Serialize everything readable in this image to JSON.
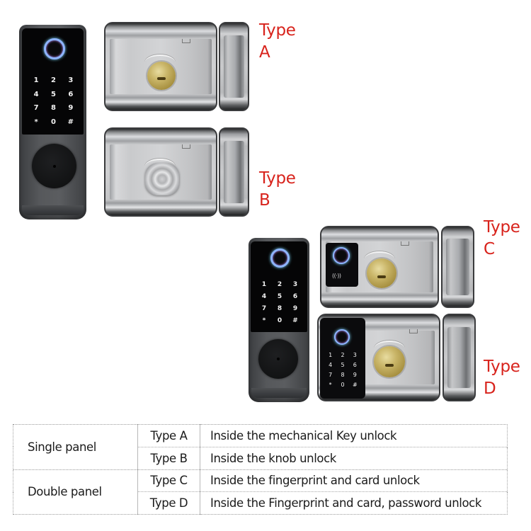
{
  "products": {
    "type_a": {
      "label_line1": "Type",
      "label_line2": "A"
    },
    "type_b": {
      "label_line1": "Type",
      "label_line2": "B"
    },
    "type_c": {
      "label_line1": "Type",
      "label_line2": "C"
    },
    "type_d": {
      "label_line1": "Type",
      "label_line2": "D"
    }
  },
  "keypad_keys": [
    "1",
    "2",
    "3",
    "4",
    "5",
    "6",
    "7",
    "8",
    "9",
    "*",
    "0",
    "#"
  ],
  "rfid_symbol": "((·))",
  "colors": {
    "label_red": "#d8231c",
    "panel_dark": "#050506",
    "fingerprint_ring": "#8fb4ff",
    "brass": "#c9b568"
  },
  "spec_table": {
    "groups": [
      {
        "panel": "Single panel",
        "rows": [
          {
            "type": "Type A",
            "description": "Inside the mechanical Key unlock"
          },
          {
            "type": "Type B",
            "description": "Inside the knob unlock"
          }
        ]
      },
      {
        "panel": "Double panel",
        "rows": [
          {
            "type": "Type C",
            "description": "Inside the fingerprint and card unlock"
          },
          {
            "type": "Type D",
            "description": "Inside the Fingerprint and card, password unlock"
          }
        ]
      }
    ]
  }
}
